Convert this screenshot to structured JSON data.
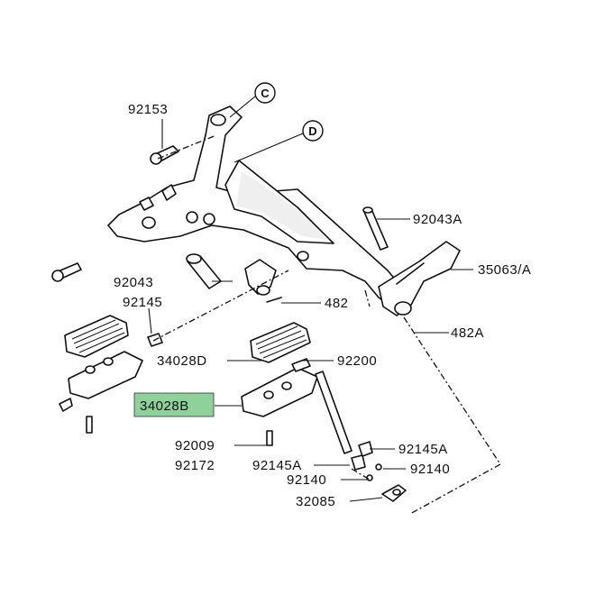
{
  "callouts": {
    "p92153": "92153",
    "p92043a": "92043A",
    "p35063a": "35063/A",
    "p92043": "92043",
    "p92145": "92145",
    "p482": "482",
    "p482a": "482A",
    "p34028d": "34028D",
    "p92200": "92200",
    "p34028b": "34028B",
    "p92009": "92009",
    "p92172": "92172",
    "p92145a_left": "92145A",
    "p92145a_right": "92145A",
    "p92140_left": "92140",
    "p92140_right": "92140",
    "p32085": "32085"
  },
  "refs": {
    "c": "C",
    "d": "D"
  },
  "highlight": {
    "part": "34028B",
    "color": "#8fd19a"
  }
}
